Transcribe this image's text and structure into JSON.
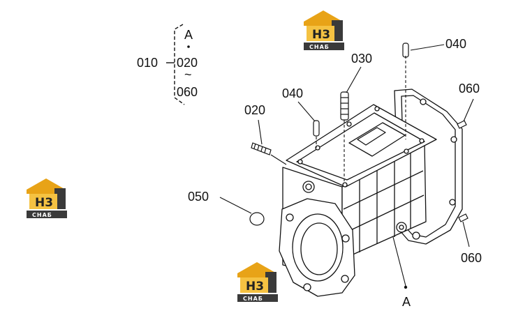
{
  "bracket": {
    "group_label": "010",
    "items": [
      "A",
      "020",
      "060"
    ],
    "tilde": "~"
  },
  "callouts": {
    "c020": "020",
    "c030": "030",
    "c040_left": "040",
    "c040_right": "040",
    "c050": "050",
    "c060_top": "060",
    "c060_bottom": "060",
    "ref_a": "A"
  },
  "watermark": {
    "letters": "H3",
    "subtitle": "CHAБ"
  },
  "colors": {
    "line": "#111111",
    "logo_orange": "#e8a317",
    "logo_dark": "#3a3a3a"
  }
}
